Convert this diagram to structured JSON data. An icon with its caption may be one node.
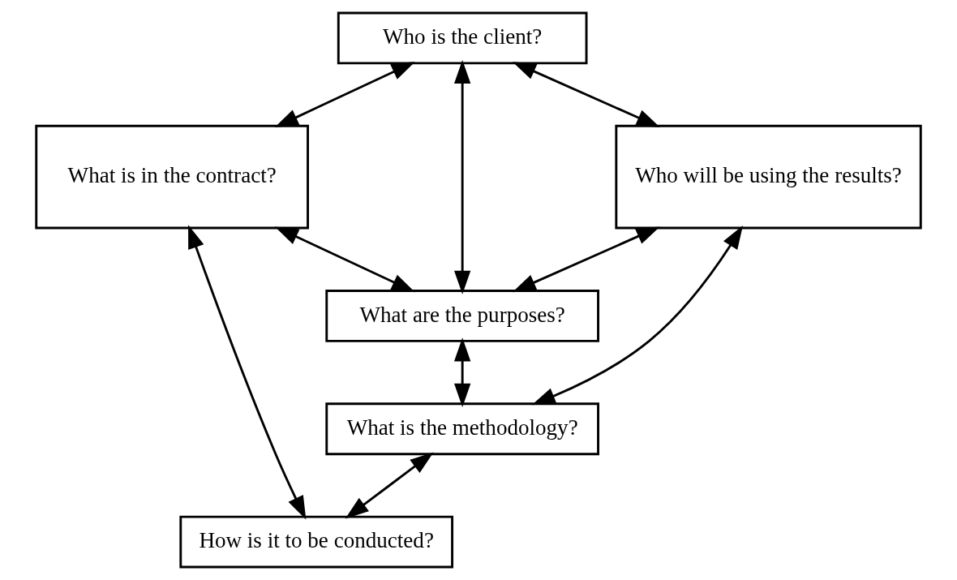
{
  "diagram": {
    "nodes": [
      {
        "text": [
          "Who is the client?"
        ]
      },
      {
        "text": [
          "What is in the contract?"
        ]
      },
      {
        "text": [
          "Who will be using the results?"
        ]
      },
      {
        "text": [
          "What are the purposes?"
        ]
      },
      {
        "text": [
          "What is the methodology?"
        ]
      },
      {
        "text": [
          "How is it to be conducted?"
        ]
      }
    ],
    "edges": [
      {
        "from": 0,
        "to": 1,
        "arrow": "both"
      },
      {
        "from": 0,
        "to": 2,
        "arrow": "both"
      },
      {
        "from": 0,
        "to": 3,
        "arrow": "both"
      },
      {
        "from": 1,
        "to": 3,
        "arrow": "both"
      },
      {
        "from": 2,
        "to": 3,
        "arrow": "both"
      },
      {
        "from": 3,
        "to": 4,
        "arrow": "both"
      },
      {
        "from": 2,
        "to": 4,
        "arrow": "both"
      },
      {
        "from": 4,
        "to": 5,
        "arrow": "both"
      },
      {
        "from": 1,
        "to": 5,
        "arrow": "both"
      }
    ]
  }
}
